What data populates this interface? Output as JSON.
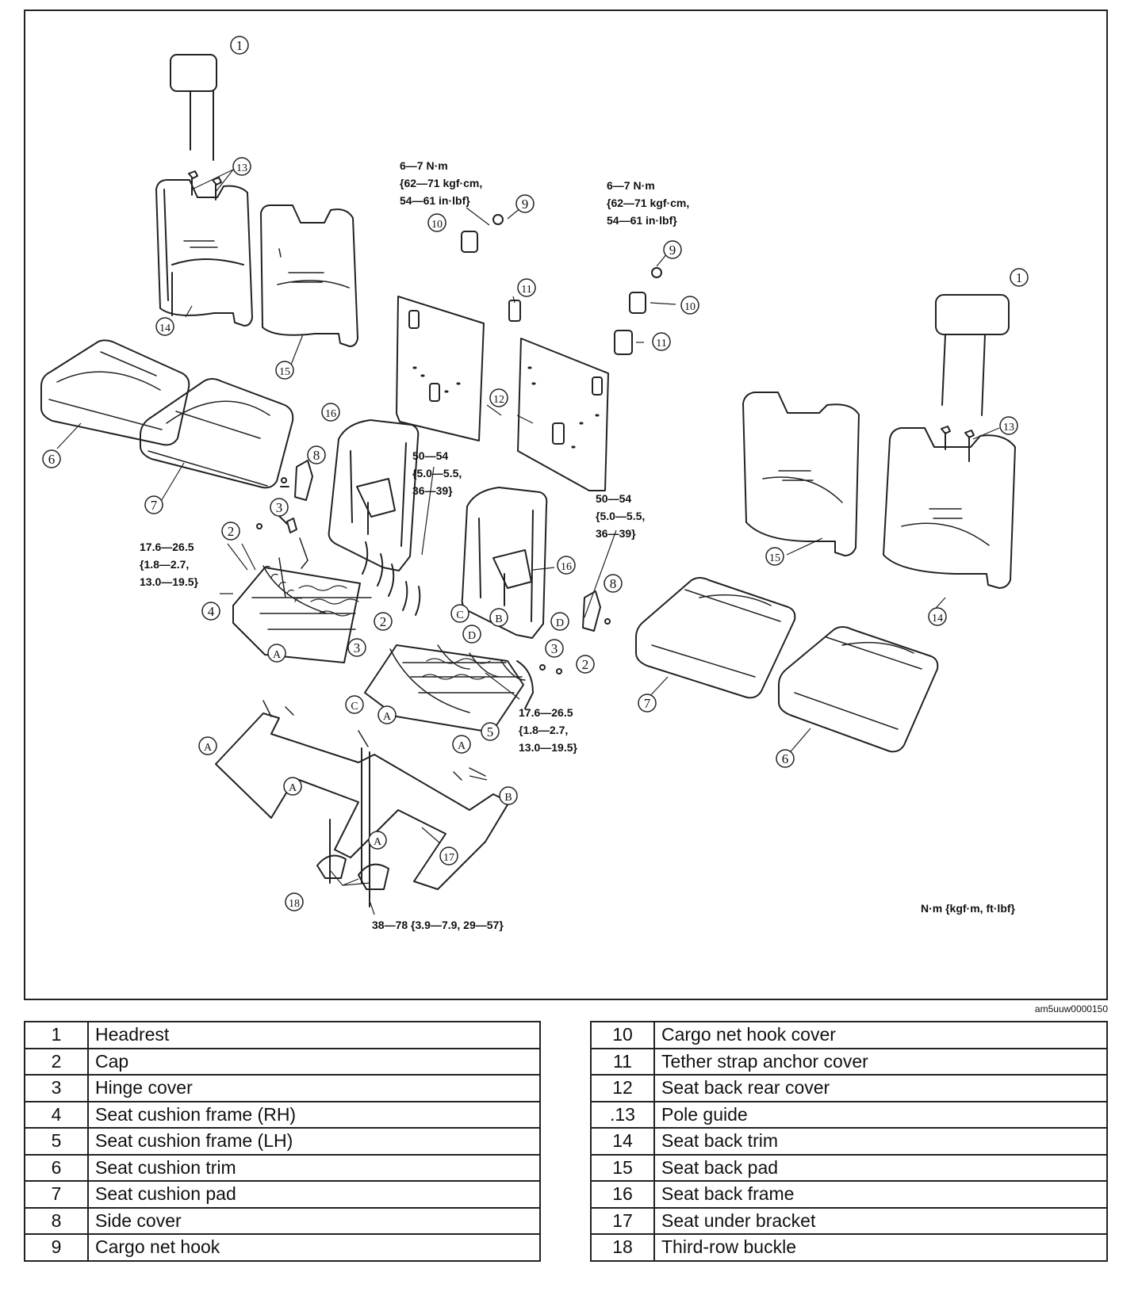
{
  "diagram": {
    "torque_specs": {
      "t9_left": [
        "6—7 N·m",
        "{62—71 kgf·cm,",
        "54—61 in·lbf}"
      ],
      "t9_right": [
        "6—7 N·m",
        "{62—71 kgf·cm,",
        "54—61 in·lbf}"
      ],
      "t16_left": [
        "50—54",
        "{5.0—5.5,",
        "36—39}"
      ],
      "t16_right": [
        "50—54",
        "{5.0—5.5,",
        "36—39}"
      ],
      "t4": [
        "17.6—26.5",
        "{1.8—2.7,",
        "13.0—19.5}"
      ],
      "t5": [
        "17.6—26.5",
        "{1.8—2.7,",
        "13.0—19.5}"
      ],
      "t18": [
        "38—78 {3.9—7.9, 29—57}"
      ]
    },
    "units_note": "N·m {kgf·m, ft·lbf}",
    "image_code": "am5uuw0000150"
  },
  "legend_left": [
    {
      "num": "1",
      "name": "Headrest"
    },
    {
      "num": "2",
      "name": "Cap"
    },
    {
      "num": "3",
      "name": "Hinge cover"
    },
    {
      "num": "4",
      "name": "Seat cushion frame (RH)"
    },
    {
      "num": "5",
      "name": "Seat cushion frame (LH)"
    },
    {
      "num": "6",
      "name": "Seat cushion trim"
    },
    {
      "num": "7",
      "name": "Seat cushion pad"
    },
    {
      "num": "8",
      "name": "Side cover"
    },
    {
      "num": "9",
      "name": "Cargo net hook"
    }
  ],
  "legend_right": [
    {
      "num": "10",
      "name": "Cargo net hook cover"
    },
    {
      "num": "11",
      "name": "Tether strap anchor cover"
    },
    {
      "num": "12",
      "name": "Seat back rear cover"
    },
    {
      "num": ".13",
      "name": "Pole guide"
    },
    {
      "num": "14",
      "name": "Seat back trim"
    },
    {
      "num": "15",
      "name": "Seat back pad"
    },
    {
      "num": "16",
      "name": "Seat back frame"
    },
    {
      "num": "17",
      "name": "Seat under bracket"
    },
    {
      "num": "18",
      "name": "Third-row buckle"
    }
  ]
}
